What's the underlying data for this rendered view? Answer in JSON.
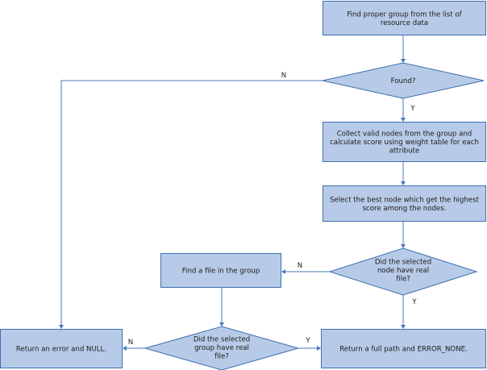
{
  "diagram": {
    "nodes": [
      {
        "id": "find-group",
        "shape": "box",
        "lines": [
          "Find proper group from the list of",
          "resource data"
        ]
      },
      {
        "id": "found",
        "shape": "diamond",
        "lines": [
          "Found?"
        ]
      },
      {
        "id": "collect-nodes",
        "shape": "box",
        "lines": [
          "Collect valid nodes from the group and",
          "calculate score using weight table for each",
          "attribute"
        ]
      },
      {
        "id": "select-best",
        "shape": "box",
        "lines": [
          "Select the best node which get the highest",
          "score among the nodes."
        ]
      },
      {
        "id": "node-real-file",
        "shape": "diamond",
        "lines": [
          "Did the selected",
          "node have real",
          "file?"
        ]
      },
      {
        "id": "find-file",
        "shape": "box",
        "lines": [
          "Find a file in the group"
        ]
      },
      {
        "id": "group-real-file",
        "shape": "diamond",
        "lines": [
          "Did the selected",
          "group have real",
          "file?"
        ]
      },
      {
        "id": "return-error",
        "shape": "box",
        "lines": [
          "Return an error and NULL."
        ]
      },
      {
        "id": "return-path",
        "shape": "box",
        "lines": [
          "Return a full path and ERROR_NONE."
        ]
      }
    ],
    "edges": [
      {
        "id": "e1",
        "from": "find-group",
        "to": "found",
        "label": ""
      },
      {
        "id": "e2",
        "from": "found",
        "to": "collect-nodes",
        "label": "Y"
      },
      {
        "id": "e3",
        "from": "found",
        "to": "return-error",
        "label": "N"
      },
      {
        "id": "e4",
        "from": "collect-nodes",
        "to": "select-best",
        "label": ""
      },
      {
        "id": "e5",
        "from": "select-best",
        "to": "node-real-file",
        "label": ""
      },
      {
        "id": "e6",
        "from": "node-real-file",
        "to": "return-path",
        "label": "Y"
      },
      {
        "id": "e7",
        "from": "node-real-file",
        "to": "find-file",
        "label": "N"
      },
      {
        "id": "e8",
        "from": "find-file",
        "to": "group-real-file",
        "label": ""
      },
      {
        "id": "e9",
        "from": "group-real-file",
        "to": "return-path",
        "label": "Y"
      },
      {
        "id": "e10",
        "from": "group-real-file",
        "to": "return-error",
        "label": "N"
      }
    ]
  }
}
